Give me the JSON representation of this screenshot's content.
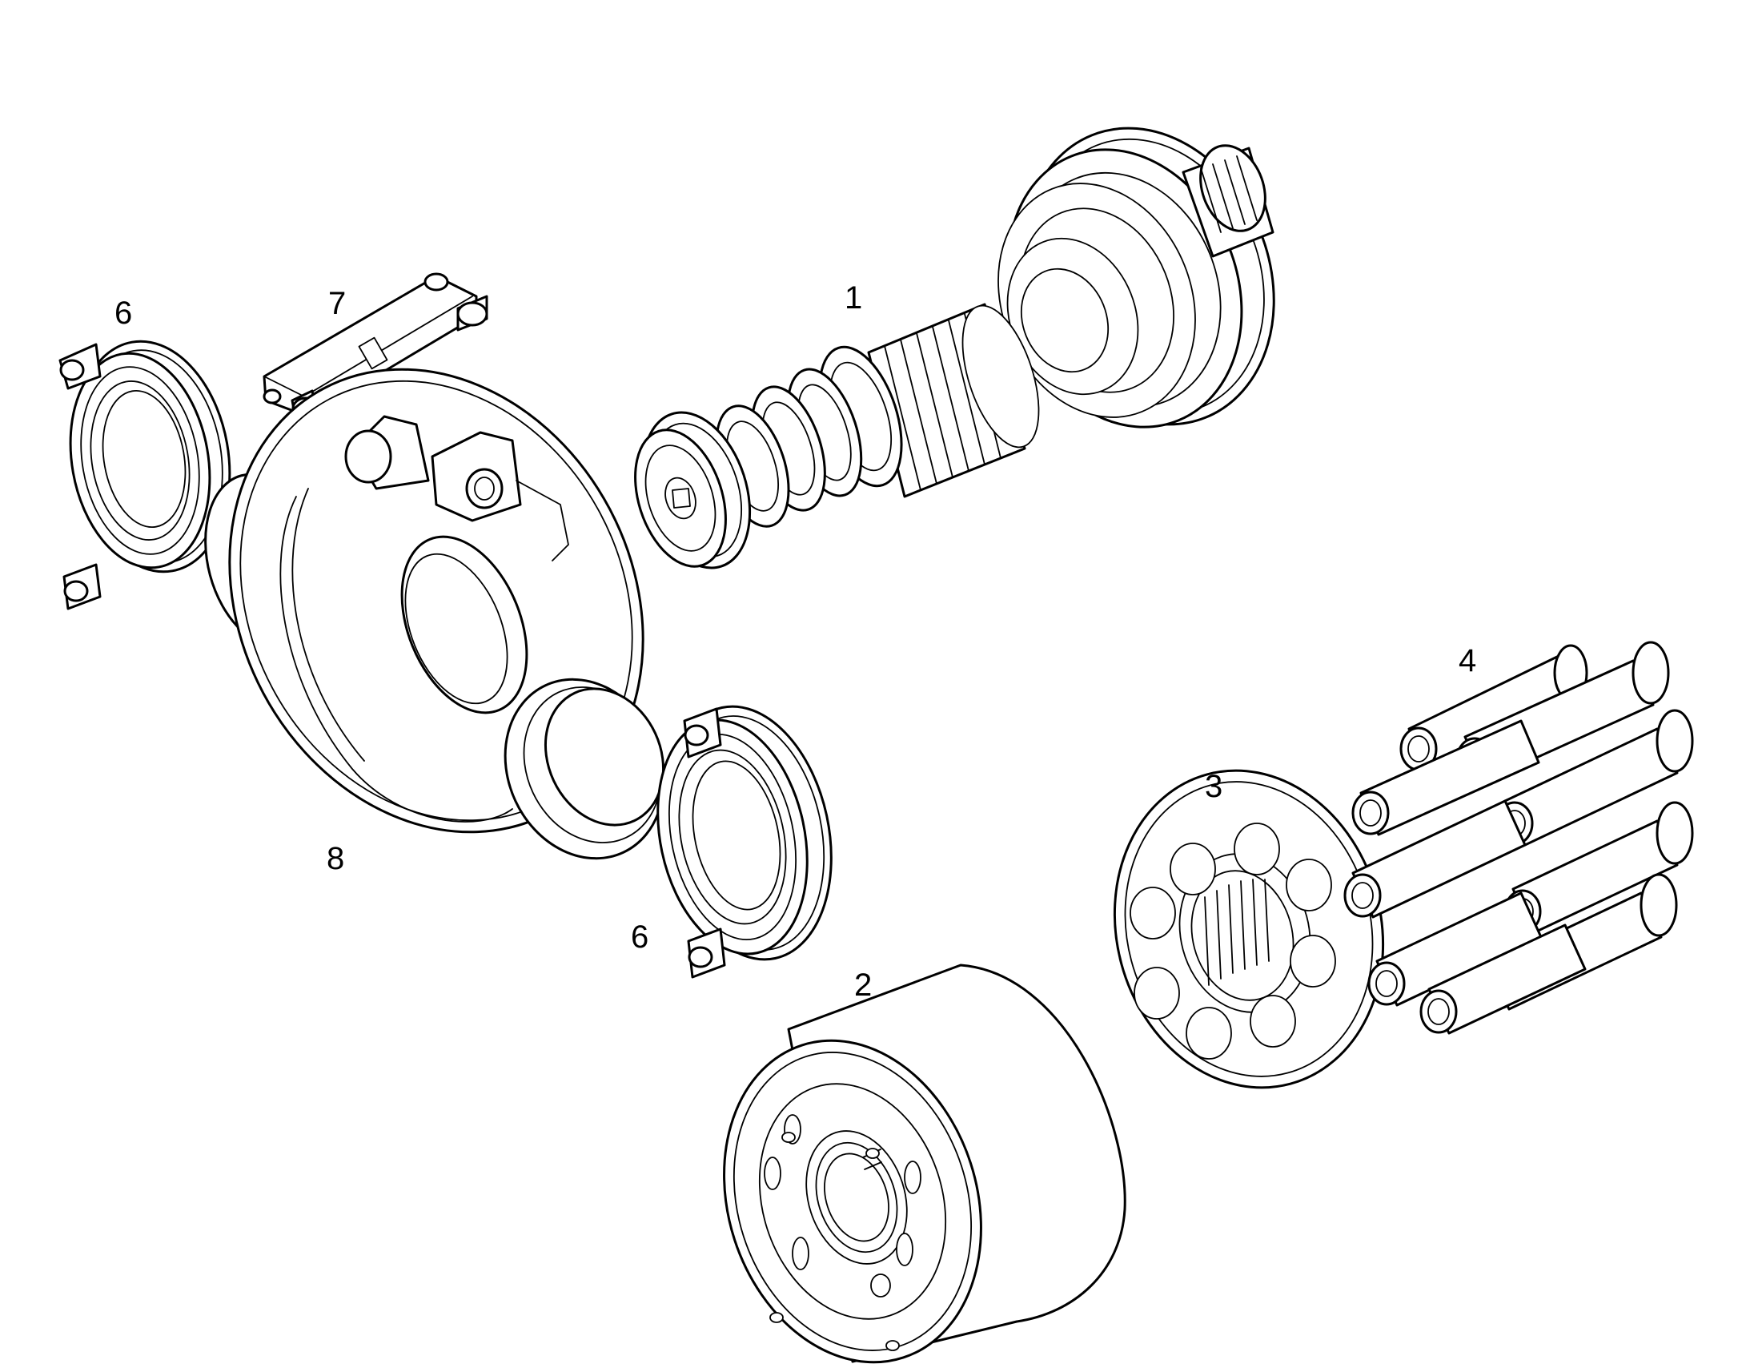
{
  "diagram": {
    "type": "exploded-parts-view",
    "callouts": [
      {
        "id": "1",
        "label": "1"
      },
      {
        "id": "2",
        "label": "2"
      },
      {
        "id": "3",
        "label": "3"
      },
      {
        "id": "4",
        "label": "4"
      },
      {
        "id": "6a",
        "label": "6"
      },
      {
        "id": "6b",
        "label": "6"
      },
      {
        "id": "7",
        "label": "7"
      },
      {
        "id": "8",
        "label": "8"
      }
    ],
    "colors": {
      "line": "#000000",
      "background": "#ffffff"
    }
  }
}
